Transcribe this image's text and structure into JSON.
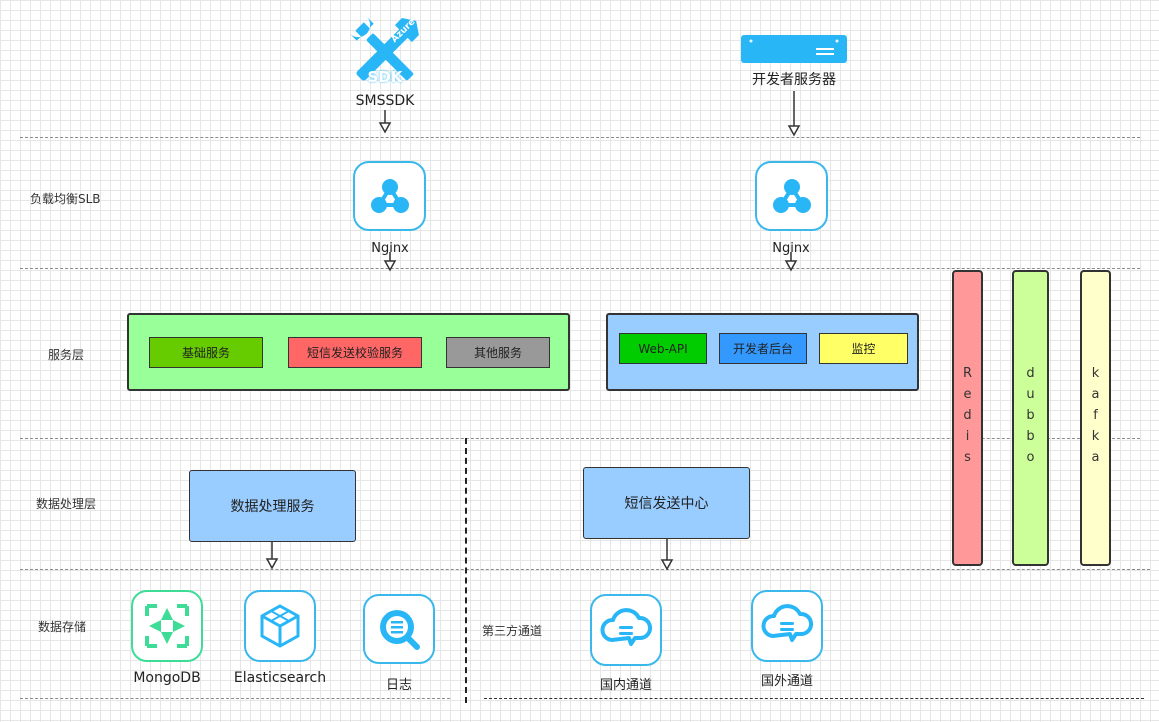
{
  "layers": {
    "slb": "负载均衡SLB",
    "service": "服务层",
    "data_processing": "数据处理层",
    "data_storage": "数据存储",
    "third_party": "第三方通道"
  },
  "clients": {
    "sdk_logo_text": "SDK",
    "sdk_badge_text": "Azure",
    "sdk_label": "SMSSDK",
    "dev_server_label": "开发者服务器"
  },
  "nginx": {
    "left_label": "Nginx",
    "right_label": "Nginx"
  },
  "service_left": {
    "items": [
      "基础服务",
      "短信发送校验服务",
      "其他服务"
    ]
  },
  "service_right": {
    "items": [
      "Web-API",
      "开发者后台",
      "监控"
    ]
  },
  "processing": {
    "data_service": "数据处理服务",
    "sms_center": "短信发送中心"
  },
  "storage": {
    "mongodb": "MongoDB",
    "elasticsearch": "Elasticsearch",
    "log": "日志"
  },
  "channels": {
    "domestic": "国内通道",
    "foreign": "国外通道"
  },
  "middleware": {
    "redis": "Redis",
    "dubbo": "dubbo",
    "kafka": "kafka"
  },
  "colors": {
    "tile_border": "#3ab8ec",
    "icon_blue": "#29b6f6",
    "mongodb_green": "#3ddc97",
    "service_left_bg": "#99ff99",
    "service_right_bg": "#99ccff",
    "chip_basic": "#66cc00",
    "chip_sms_check": "#ff6666",
    "chip_other": "#999999",
    "chip_webapi": "#00cc00",
    "chip_dev_backend": "#3399ff",
    "chip_monitor": "#ffff66",
    "process_box": "#99ccff",
    "redis": "#ff9999",
    "dubbo": "#ccff99",
    "kafka": "#ffffcc"
  },
  "icons": [
    "wrench-screwdriver-icon",
    "server-icon",
    "share-network-icon",
    "mongodb-icon",
    "cube-icon",
    "search-list-icon",
    "cloud-chat-icon"
  ]
}
